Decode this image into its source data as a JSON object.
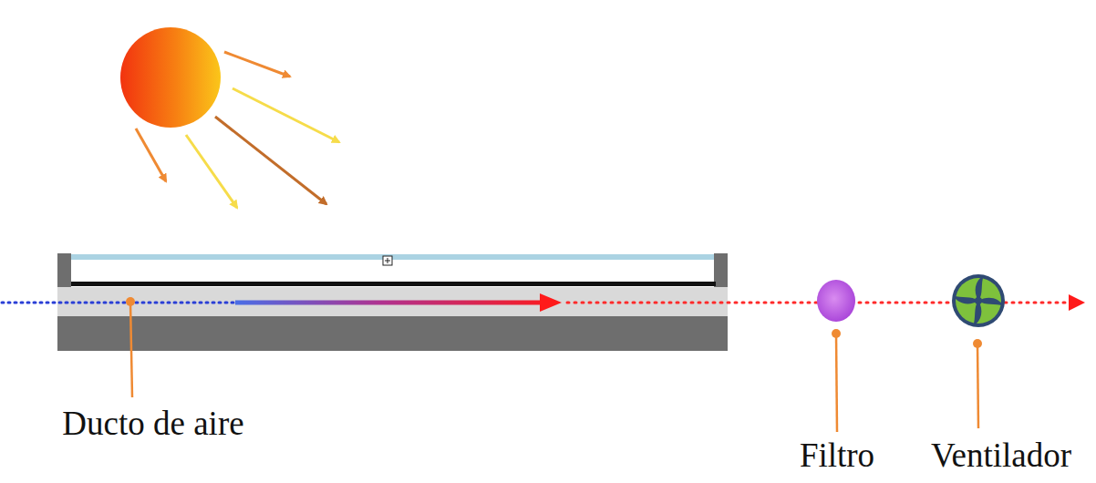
{
  "diagram": {
    "labels": [
      "Ducto de aire",
      "Filtro",
      "Ventilador"
    ]
  }
}
